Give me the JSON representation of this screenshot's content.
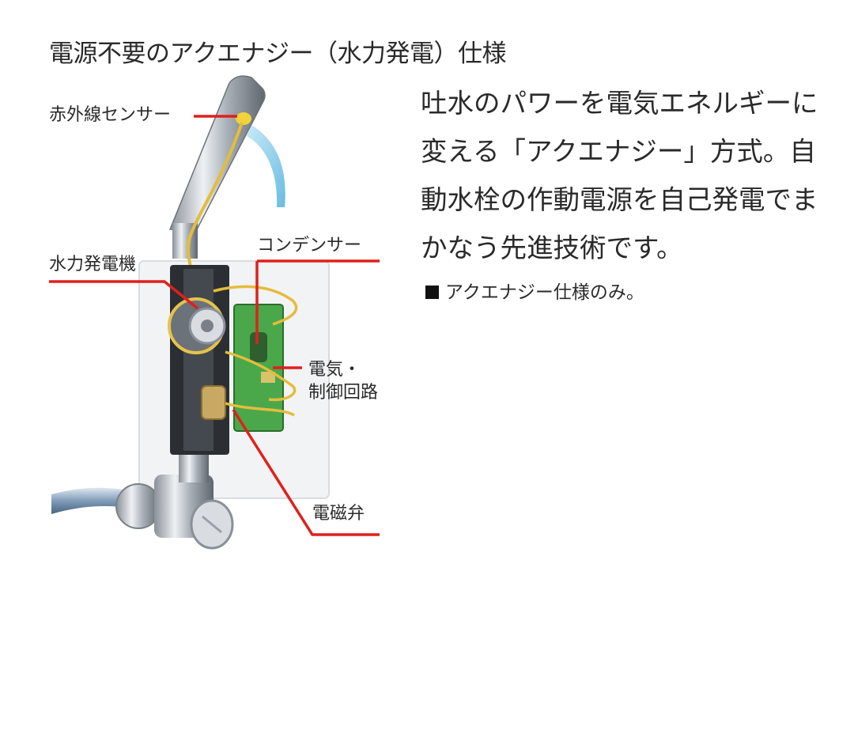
{
  "title": "電源不要のアクエナジー（水力発電）仕様",
  "labels": {
    "sensor": "赤外線センサー",
    "generator": "水力発電機",
    "condenser": "コンデンサー",
    "circuit_line1": "電気・",
    "circuit_line2": "制御回路",
    "valve": "電磁弁"
  },
  "description": "吐水のパワーを電気エネルギーに変える「アクエナジー」方式。自動水栓の作動電源を自己発電でまかなう先進技術です。",
  "note": "アクエナジー仕様のみ。",
  "colors": {
    "callout_line": "#e0201c",
    "board": "#4aa84a",
    "wire": "#e8c44a",
    "water": "#7cc8e8"
  }
}
